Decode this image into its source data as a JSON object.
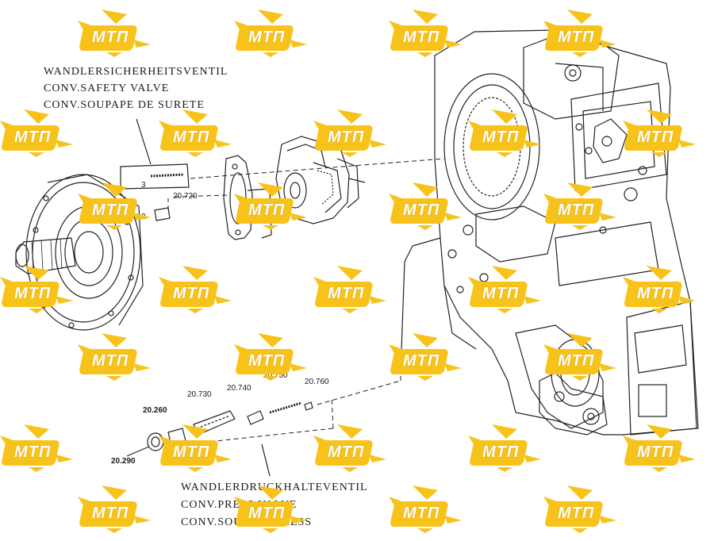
{
  "title_labels": {
    "safety_valve": [
      "WANDLERSICHERHEITSVENTIL",
      "CONV.SAFETY VALVE",
      "CONV.SOUPAPE DE SURETE"
    ],
    "press_valve": [
      "WANDLERDRUCKHALTEVENTIL",
      "CONV.PRESS.VALVE",
      "CONV.SOUPAPE PRESS"
    ]
  },
  "part_numbers": {
    "p20_720": "20.720",
    "p3": "3",
    "p2": "2",
    "p20_730a": "20.730",
    "p20_740": "20.740",
    "p20_750": "20.750",
    "p20_760": "20.760",
    "p20_260": "20.260",
    "p20_290": "20.290"
  },
  "watermark": {
    "text": "МТП",
    "color": "#f7c21a"
  }
}
